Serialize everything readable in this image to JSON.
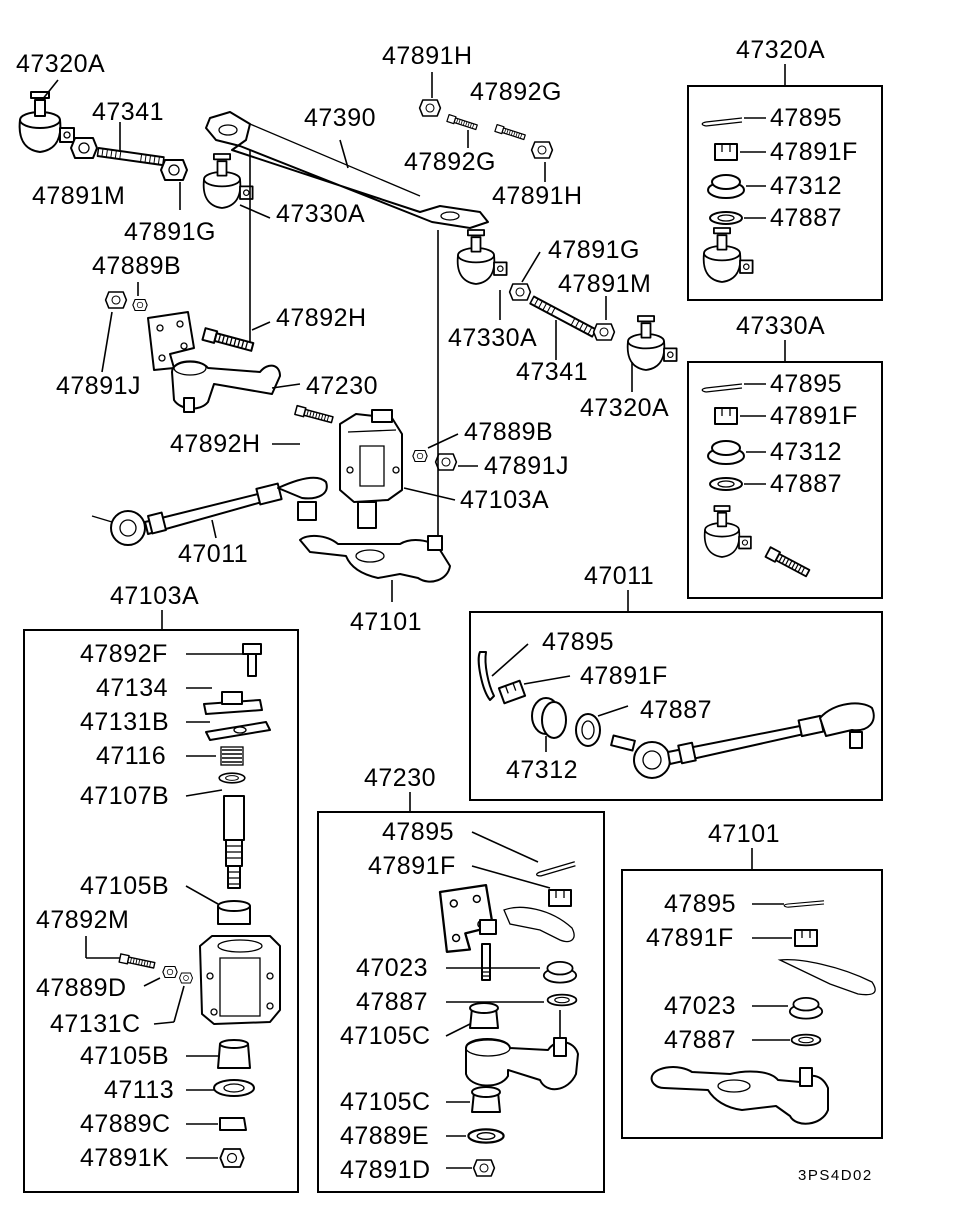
{
  "labels": {
    "l_47320A_top": "47320A",
    "l_47341_top": "47341",
    "l_47891M_top": "47891M",
    "l_47891G_top": "47891G",
    "l_47390": "47390",
    "l_47891H_top": "47891H",
    "l_47892G_top": "47892G",
    "l_47892G_mid": "47892G",
    "l_47891H_mid": "47891H",
    "l_47330A_top": "47330A",
    "l_47889B_top": "47889B",
    "l_47892H_top": "47892H",
    "l_47891J_left": "47891J",
    "l_47230": "47230",
    "l_47892H_mid": "47892H",
    "l_47889B_mid": "47889B",
    "l_47891J_mid": "47891J",
    "l_47103A": "47103A",
    "l_47011": "47011",
    "l_47101": "47101",
    "l_47891G_right": "47891G",
    "l_47891M_right": "47891M",
    "l_47330A_right": "47330A",
    "l_47341_right": "47341",
    "l_47320A_right": "47320A",
    "b1_title": "47320A",
    "b1_a": "47895",
    "b1_b": "47891F",
    "b1_c": "47312",
    "b1_d": "47887",
    "b2_title": "47330A",
    "b2_a": "47895",
    "b2_b": "47891F",
    "b2_c": "47312",
    "b2_d": "47887",
    "b3_title": "47011",
    "b3_a": "47895",
    "b3_b": "47891F",
    "b3_c": "47887",
    "b3_d": "47312",
    "b4_title": "47103A",
    "b4_a": "47892F",
    "b4_b": "47134",
    "b4_c": "47131B",
    "b4_d": "47116",
    "b4_e": "47107B",
    "b4_f": "47105B",
    "b4_g": "47892M",
    "b4_h": "47889D",
    "b4_i": "47131C",
    "b4_j": "47105B",
    "b4_k": "47113",
    "b4_l": "47889C",
    "b4_m": "47891K",
    "b5_title": "47230",
    "b5_a": "47895",
    "b5_b": "47891F",
    "b5_c": "47023",
    "b5_d": "47887",
    "b5_e": "47105C",
    "b5_f": "47105C",
    "b5_g": "47889E",
    "b5_h": "47891D",
    "b6_title": "47101",
    "b6_a": "47895",
    "b6_b": "47891F",
    "b6_c": "47023",
    "b6_d": "47887",
    "code": "3PS4D02"
  }
}
